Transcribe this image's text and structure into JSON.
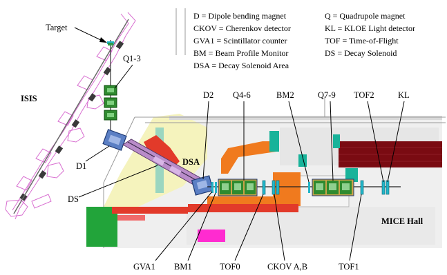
{
  "legend": {
    "left": [
      "D = Dipole bending magnet",
      "CKOV = Cherenkov detector",
      "GVA1 = Scintillator counter",
      "BM = Beam Profile Monitor",
      "DSA = Decay Solenoid Area"
    ],
    "right": [
      "Q = Quadrupole magnet",
      "KL = KLOE Light detector",
      "TOF = Time-of-Flight",
      "DS = Decay Solenoid"
    ]
  },
  "regions": {
    "isis": "ISIS",
    "dsa": "DSA",
    "mice_hall": "MICE Hall"
  },
  "labels": {
    "target": "Target",
    "q1_3": "Q1-3",
    "d1": "D1",
    "ds": "DS",
    "d2": "D2",
    "q4_6": "Q4-6",
    "bm2": "BM2",
    "q7_9": "Q7-9",
    "tof2": "TOF2",
    "kl": "KL",
    "gva1": "GVA1",
    "bm1": "BM1",
    "tof0": "TOF0",
    "ckov": "CKOV A,B",
    "tof1": "TOF1"
  },
  "colors": {
    "isis_ring": "#d86ed0",
    "quad_green": "#2f8a2f",
    "dipole_blue": "#5b7fc4",
    "detector_cyan": "#22b5c8",
    "shield_red": "#e23a2a",
    "shield_orange": "#f07a1e",
    "shield_teal": "#18b39a",
    "wall_dark_red": "#7a0b12",
    "pit_magenta": "#ff2bd0",
    "floor_yellow": "#f5f3bd",
    "floor_gray": "#d9d9d9",
    "floor_green": "#22a43a"
  }
}
